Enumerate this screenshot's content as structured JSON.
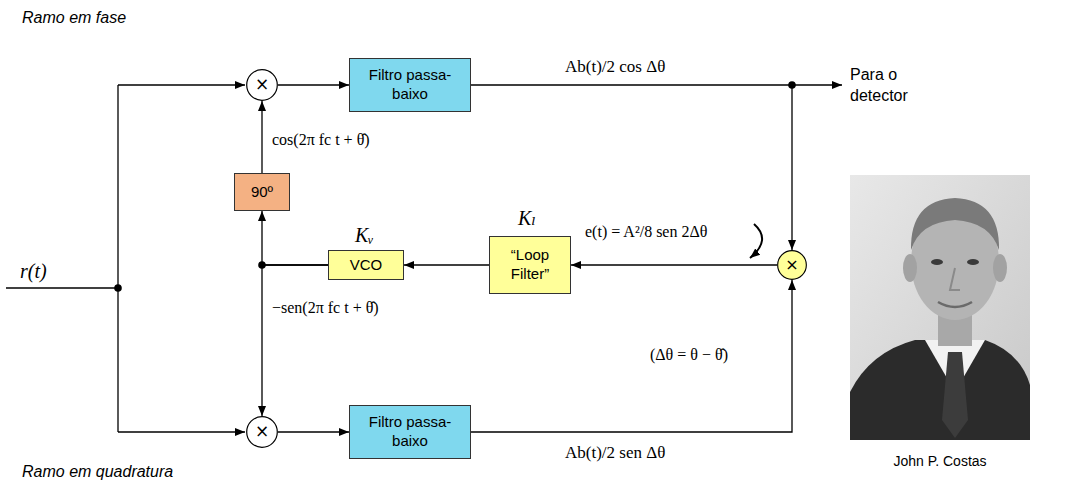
{
  "diagram": {
    "nodes": [
      {
        "text": [
          "×"
        ]
      },
      {
        "text": [
          "Filtro passa-baixo"
        ]
      },
      {
        "text": [
          "90º"
        ]
      },
      {
        "text": [
          "VCO"
        ]
      },
      {
        "text": [
          "“Loop Filter”"
        ]
      },
      {
        "text": [
          "×"
        ]
      },
      {
        "text": [
          "×"
        ]
      },
      {
        "text": [
          "Filtro passa-baixo"
        ]
      }
    ],
    "edges": [
      {
        "from": 0,
        "to": 1,
        "arrow": "to"
      },
      {
        "from": 1,
        "to": 5,
        "arrow": "to"
      },
      {
        "from": 2,
        "to": 0,
        "arrow": "to"
      },
      {
        "from": 3,
        "to": 2,
        "arrow": "to"
      },
      {
        "from": 3,
        "to": 6,
        "arrow": "to"
      },
      {
        "from": 4,
        "to": 3,
        "arrow": "to"
      },
      {
        "from": 5,
        "to": 4,
        "arrow": "to"
      },
      {
        "from": 6,
        "to": 7,
        "arrow": "to"
      },
      {
        "from": 7,
        "to": 5,
        "arrow": "to"
      }
    ],
    "labels": [
      "Ramo em fase",
      "Ab(t)/2 cos Δθ",
      "Para o detector",
      "cos(2π fc t + θ̂)",
      "e(t) = A²/8 sen 2Δθ",
      "Kᵥ",
      "Kₗ",
      "r(t)",
      "−sen(2π fc t + θ̂)",
      "(Δθ = θ − θ̂)",
      "Ramo em quadratura",
      "Ab(t)/2 sen Δθ",
      "John P. Costas"
    ]
  }
}
